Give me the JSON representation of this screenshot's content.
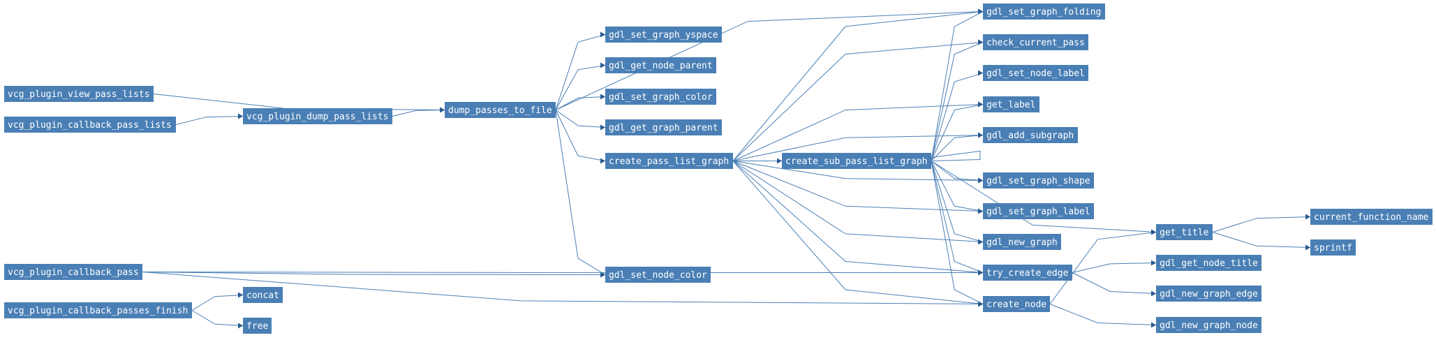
{
  "nodes": [
    {
      "id": "vcg_plugin_view_pass_lists",
      "label": "vcg_plugin_view_pass_lists"
    },
    {
      "id": "vcg_plugin_callback_pass_lists",
      "label": "vcg_plugin_callback_pass_lists"
    },
    {
      "id": "vcg_plugin_dump_pass_lists",
      "label": "vcg_plugin_dump_pass_lists"
    },
    {
      "id": "dump_passes_to_file",
      "label": "dump_passes_to_file"
    },
    {
      "id": "gdl_set_graph_yspace",
      "label": "gdl_set_graph_yspace"
    },
    {
      "id": "gdl_get_node_parent",
      "label": "gdl_get_node_parent"
    },
    {
      "id": "gdl_set_graph_color",
      "label": "gdl_set_graph_color"
    },
    {
      "id": "gdl_get_graph_parent",
      "label": "gdl_get_graph_parent"
    },
    {
      "id": "create_pass_list_graph",
      "label": "create_pass_list_graph"
    },
    {
      "id": "create_sub_pass_list_graph",
      "label": "create_sub_pass_list_graph"
    },
    {
      "id": "gdl_set_graph_folding",
      "label": "gdl_set_graph_folding"
    },
    {
      "id": "check_current_pass",
      "label": "check_current_pass"
    },
    {
      "id": "gdl_set_node_label",
      "label": "gdl_set_node_label"
    },
    {
      "id": "get_label",
      "label": "get_label"
    },
    {
      "id": "gdl_add_subgraph",
      "label": "gdl_add_subgraph"
    },
    {
      "id": "gdl_set_graph_shape",
      "label": "gdl_set_graph_shape"
    },
    {
      "id": "gdl_set_graph_label",
      "label": "gdl_set_graph_label"
    },
    {
      "id": "gdl_new_graph",
      "label": "gdl_new_graph"
    },
    {
      "id": "try_create_edge",
      "label": "try_create_edge"
    },
    {
      "id": "create_node",
      "label": "create_node"
    },
    {
      "id": "get_title",
      "label": "get_title"
    },
    {
      "id": "current_function_name",
      "label": "current_function_name"
    },
    {
      "id": "sprintf",
      "label": "sprintf"
    },
    {
      "id": "gdl_get_node_title",
      "label": "gdl_get_node_title"
    },
    {
      "id": "gdl_new_graph_edge",
      "label": "gdl_new_graph_edge"
    },
    {
      "id": "gdl_new_graph_node",
      "label": "gdl_new_graph_node"
    },
    {
      "id": "vcg_plugin_callback_pass",
      "label": "vcg_plugin_callback_pass"
    },
    {
      "id": "gdl_set_node_color",
      "label": "gdl_set_node_color"
    },
    {
      "id": "vcg_plugin_callback_passes_finish",
      "label": "vcg_plugin_callback_passes_finish"
    },
    {
      "id": "concat",
      "label": "concat"
    },
    {
      "id": "free",
      "label": "free"
    }
  ],
  "edges": [
    [
      "vcg_plugin_view_pass_lists",
      "dump_passes_to_file"
    ],
    [
      "vcg_plugin_callback_pass_lists",
      "vcg_plugin_dump_pass_lists"
    ],
    [
      "vcg_plugin_dump_pass_lists",
      "dump_passes_to_file"
    ],
    [
      "dump_passes_to_file",
      "gdl_set_graph_folding"
    ],
    [
      "dump_passes_to_file",
      "gdl_set_graph_yspace"
    ],
    [
      "dump_passes_to_file",
      "gdl_get_node_parent"
    ],
    [
      "dump_passes_to_file",
      "gdl_set_graph_color"
    ],
    [
      "dump_passes_to_file",
      "gdl_get_graph_parent"
    ],
    [
      "dump_passes_to_file",
      "create_pass_list_graph"
    ],
    [
      "dump_passes_to_file",
      "gdl_set_node_color"
    ],
    [
      "create_pass_list_graph",
      "create_sub_pass_list_graph"
    ],
    [
      "create_pass_list_graph",
      "gdl_set_graph_folding"
    ],
    [
      "create_pass_list_graph",
      "check_current_pass"
    ],
    [
      "create_pass_list_graph",
      "get_label"
    ],
    [
      "create_pass_list_graph",
      "gdl_add_subgraph"
    ],
    [
      "create_pass_list_graph",
      "gdl_set_graph_shape"
    ],
    [
      "create_pass_list_graph",
      "gdl_set_graph_label"
    ],
    [
      "create_pass_list_graph",
      "gdl_new_graph"
    ],
    [
      "create_pass_list_graph",
      "try_create_edge"
    ],
    [
      "create_pass_list_graph",
      "create_node"
    ],
    [
      "create_sub_pass_list_graph",
      "create_sub_pass_list_graph"
    ],
    [
      "create_sub_pass_list_graph",
      "gdl_set_graph_folding"
    ],
    [
      "create_sub_pass_list_graph",
      "check_current_pass"
    ],
    [
      "create_sub_pass_list_graph",
      "gdl_set_node_label"
    ],
    [
      "create_sub_pass_list_graph",
      "get_label"
    ],
    [
      "create_sub_pass_list_graph",
      "gdl_add_subgraph"
    ],
    [
      "create_sub_pass_list_graph",
      "gdl_set_graph_shape"
    ],
    [
      "create_sub_pass_list_graph",
      "gdl_set_graph_label"
    ],
    [
      "create_sub_pass_list_graph",
      "gdl_new_graph"
    ],
    [
      "create_sub_pass_list_graph",
      "try_create_edge"
    ],
    [
      "create_sub_pass_list_graph",
      "create_node"
    ],
    [
      "create_sub_pass_list_graph",
      "get_title"
    ],
    [
      "get_title",
      "current_function_name"
    ],
    [
      "get_title",
      "sprintf"
    ],
    [
      "try_create_edge",
      "gdl_get_node_title"
    ],
    [
      "try_create_edge",
      "gdl_new_graph_edge"
    ],
    [
      "create_node",
      "get_title"
    ],
    [
      "create_node",
      "gdl_new_graph_node"
    ],
    [
      "vcg_plugin_callback_pass",
      "gdl_set_node_color"
    ],
    [
      "vcg_plugin_callback_pass",
      "try_create_edge"
    ],
    [
      "vcg_plugin_callback_pass",
      "create_node"
    ],
    [
      "vcg_plugin_callback_passes_finish",
      "concat"
    ],
    [
      "vcg_plugin_callback_passes_finish",
      "free"
    ]
  ],
  "colors": {
    "node_fill": "#4a7fb5",
    "node_text": "#ffffff",
    "edge": "#4a7fb5"
  }
}
